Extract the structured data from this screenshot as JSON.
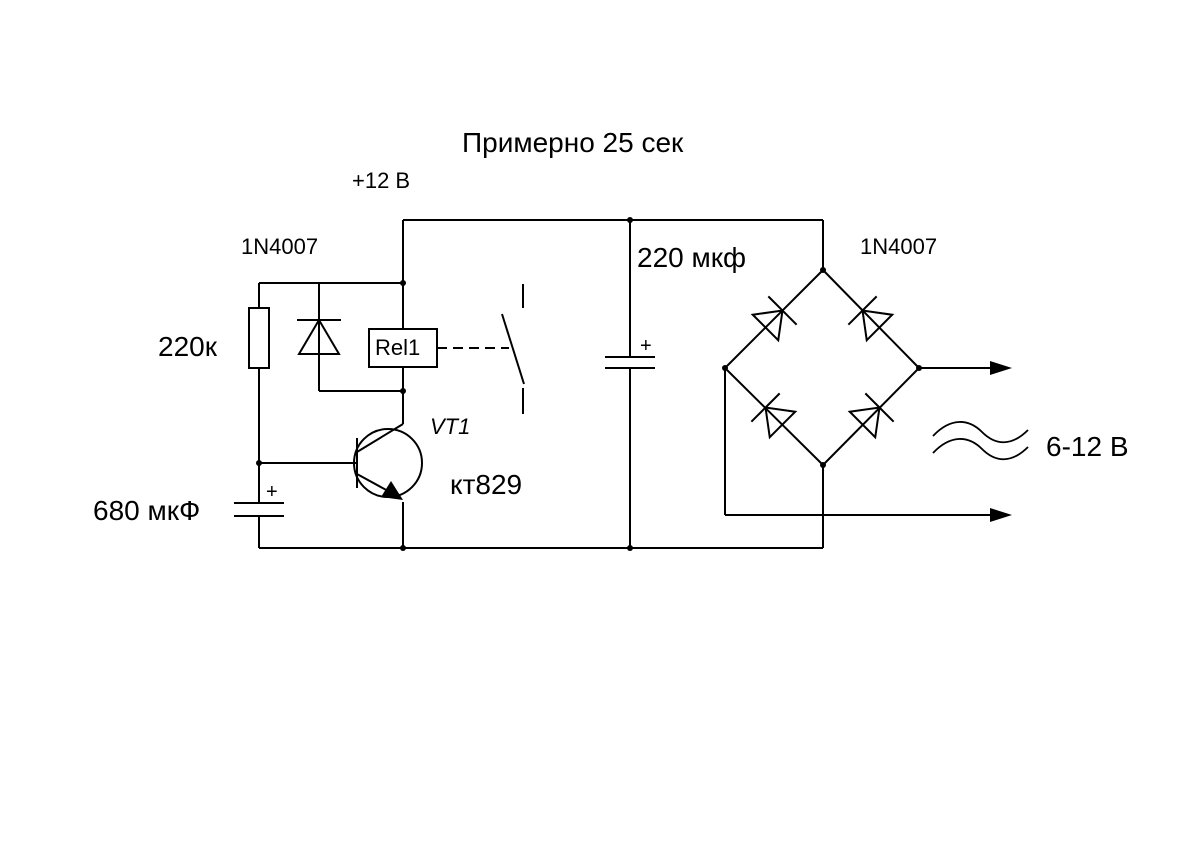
{
  "title": "Примерно 25 сек",
  "supply_label": "+12 В",
  "diode_label": "1N4007",
  "bridge_label": "1N4007",
  "resistor_label": "220к",
  "relay_label": "Rel1",
  "transistor_ref": "VT1",
  "transistor_type": "кт829",
  "timing_cap_label": "680 мкФ",
  "filter_cap_label": "220 мкф",
  "cap_polarity": "+",
  "ac_input_label": "6-12 В"
}
